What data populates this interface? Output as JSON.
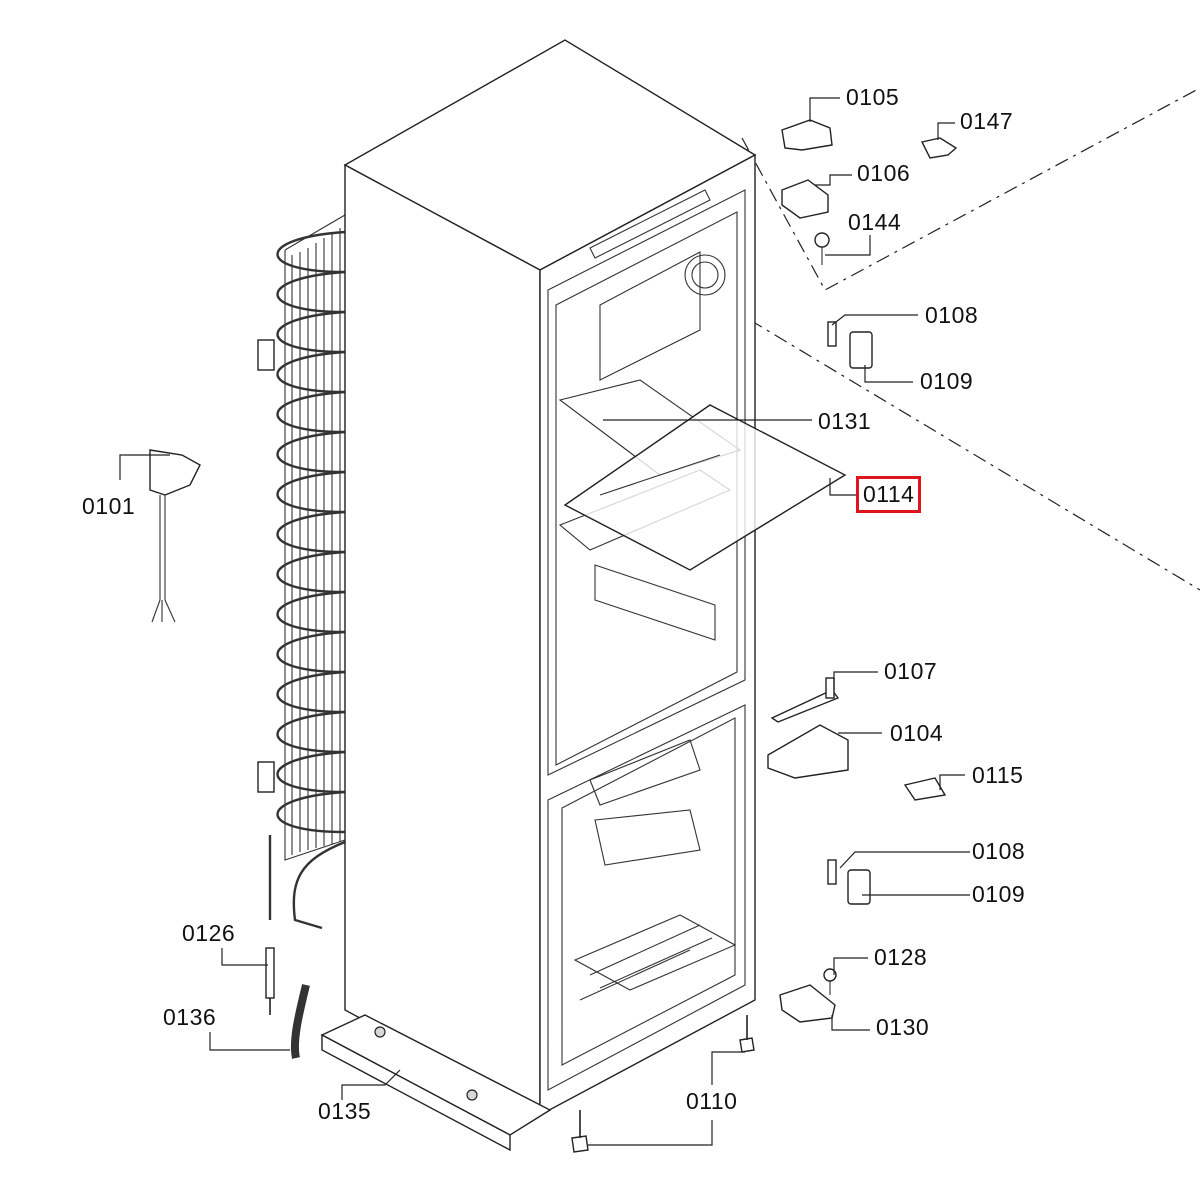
{
  "highlight": "#e0141e",
  "labels": {
    "l0105": "0105",
    "l0147": "0147",
    "l0106": "0106",
    "l0144": "0144",
    "l0108a": "0108",
    "l0109a": "0109",
    "l0131": "0131",
    "l0114": "0114",
    "l0101": "0101",
    "l0107": "0107",
    "l0104": "0104",
    "l0115": "0115",
    "l0108b": "0108",
    "l0109b": "0109",
    "l0126": "0126",
    "l0128": "0128",
    "l0136": "0136",
    "l0130": "0130",
    "l0110": "0110",
    "l0135": "0135"
  }
}
